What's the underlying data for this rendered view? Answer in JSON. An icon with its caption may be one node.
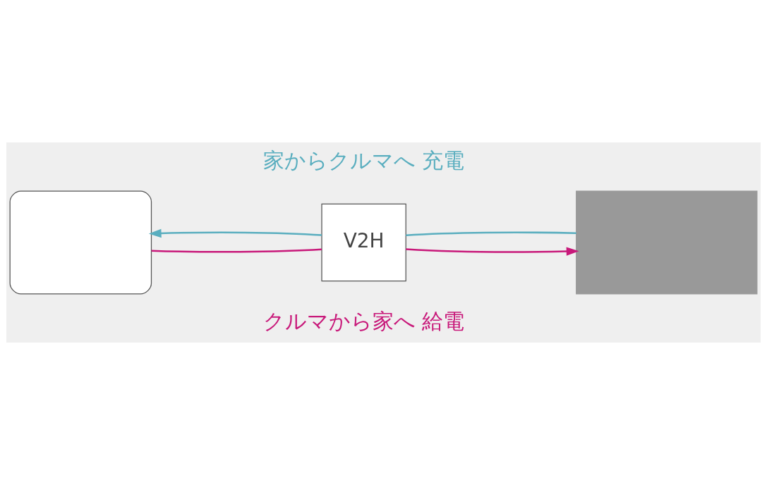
{
  "diagram": {
    "nodes": [
      {
        "text": [],
        "shape": "box"
      },
      {
        "text": [
          "V2H"
        ]
      },
      {
        "text": [],
        "shape": "box"
      }
    ],
    "edges": [
      {
        "from": 1,
        "to": 0,
        "arrow": "to",
        "color": "#5aaebf"
      },
      {
        "from": 2,
        "to": 1,
        "arrow": "none",
        "color": "#5aaebf"
      },
      {
        "from": 0,
        "to": 1,
        "arrow": "none",
        "color": "#c8197a"
      },
      {
        "from": 1,
        "to": 2,
        "arrow": "to",
        "color": "#c8197a"
      }
    ],
    "labels": [
      "家からクルマへ 充電",
      "クルマから家へ 給電"
    ]
  }
}
